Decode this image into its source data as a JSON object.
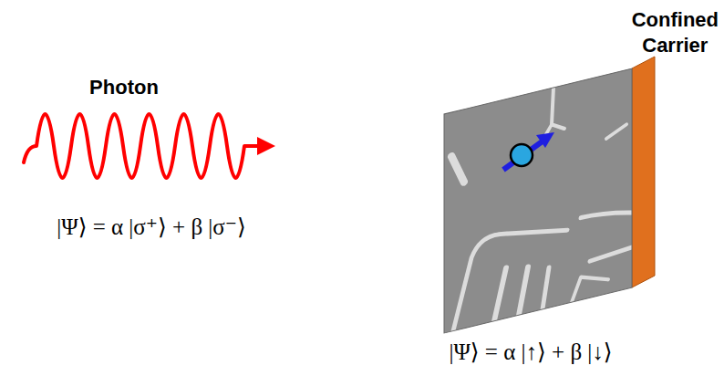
{
  "diagram": {
    "labels": [
      "Photon",
      "|Ψ⟩ = α |σ⁺⟩ + β |σ⁻⟩",
      "Confined Carrier",
      "|Ψ⟩ = α |↑⟩ + β |↓⟩"
    ]
  }
}
